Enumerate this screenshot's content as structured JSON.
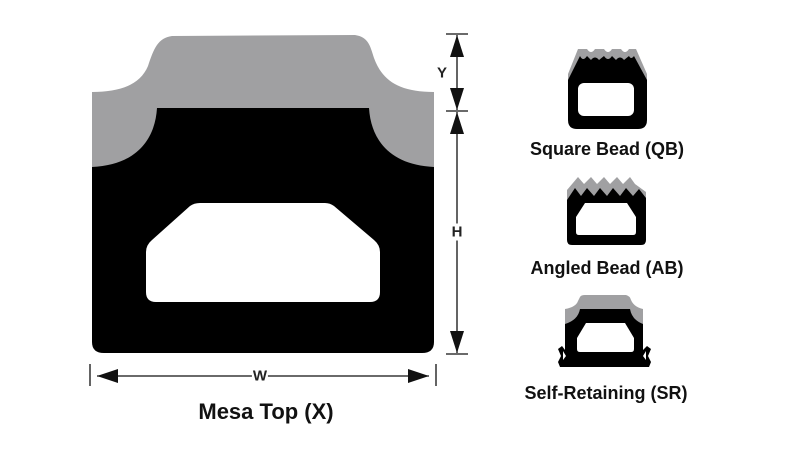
{
  "colors": {
    "rubber_black": "#000000",
    "top_gray": "#a0a0a2",
    "background": "#ffffff",
    "dimension_line": "#111111"
  },
  "main_profile": {
    "label": "Mesa Top (X)",
    "dimensions": {
      "width": "W",
      "height": "H",
      "top_height": "Y"
    }
  },
  "variants": [
    {
      "label": "Square Bead (QB)",
      "shape": "square-bead"
    },
    {
      "label": "Angled Bead (AB)",
      "shape": "angled-bead"
    },
    {
      "label": "Self-Retaining (SR)",
      "shape": "self-retaining"
    }
  ]
}
